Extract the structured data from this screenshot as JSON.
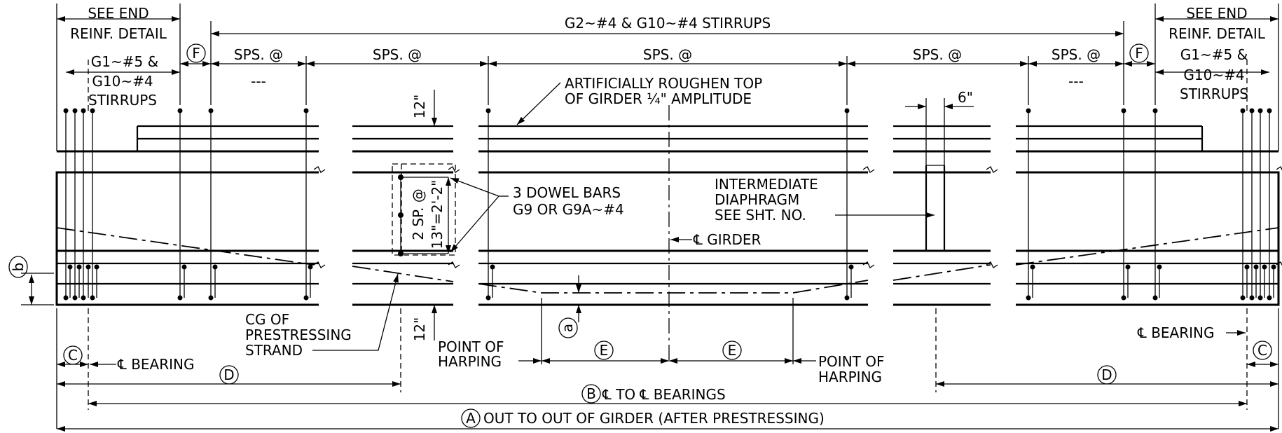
{
  "labels": {
    "see_end": "SEE END",
    "reinf_detail": "REINF. DETAIL",
    "g2_g10": "G2~#4 & G10~#4 STIRRUPS",
    "g1_line1": "G1~#5 &",
    "g1_line2": "G10~#4",
    "g1_line3": "STIRRUPS",
    "sps": "SPS. @",
    "dashes": "---",
    "roughen_1": "ARTIFICIALLY ROUGHEN TOP",
    "roughen_2": "OF GIRDER ¼\" AMPLITUDE",
    "twelve_in": "12\"",
    "six_in": "6\"",
    "dowel_1": "3 DOWEL BARS",
    "dowel_2": "G9 OR G9A~#4",
    "dowel_spacing": "2 SP. @",
    "dowel_spacing_2": "13\"=2'-2\"",
    "diaphragm_1": "INTERMEDIATE",
    "diaphragm_2": "DIAPHRAGM",
    "diaphragm_3": "SEE SHT. NO.",
    "cl_girder": "℄ GIRDER",
    "cg_1": "CG OF",
    "cg_2": "PRESTRESSING",
    "cg_3": "STRAND",
    "point_of": "POINT OF",
    "harping": "HARPING",
    "cl_bearing": "℄ BEARING",
    "cl_to_cl": "℄ TO ℄ BEARINGS",
    "out_to_out": "OUT TO OUT OF GIRDER (AFTER PRESTRESSING)"
  },
  "callouts": {
    "a": "a",
    "b": "b",
    "c": "C",
    "d": "D",
    "e": "E",
    "f": "F",
    "A": "A",
    "B": "B"
  }
}
